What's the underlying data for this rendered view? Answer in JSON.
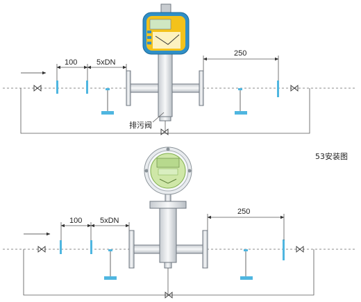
{
  "colors": {
    "accent_blue": "#4fb6e0",
    "pipe_outline": "#6f7780",
    "meter_yellow": "#f3c21b",
    "meter_green": "#9fd25a"
  },
  "top": {
    "dim_upstream": "100",
    "dim_5dn": "5xDN",
    "dim_downstream": "250",
    "drain_valve": "排污阀"
  },
  "caption": "53安装图",
  "bottom": {
    "dim_upstream": "100",
    "dim_5dn": "5xDN",
    "dim_downstream": "250"
  },
  "icons": [
    "gate-valve-icon",
    "flow-arrow-icon",
    "meter-display-icon"
  ]
}
